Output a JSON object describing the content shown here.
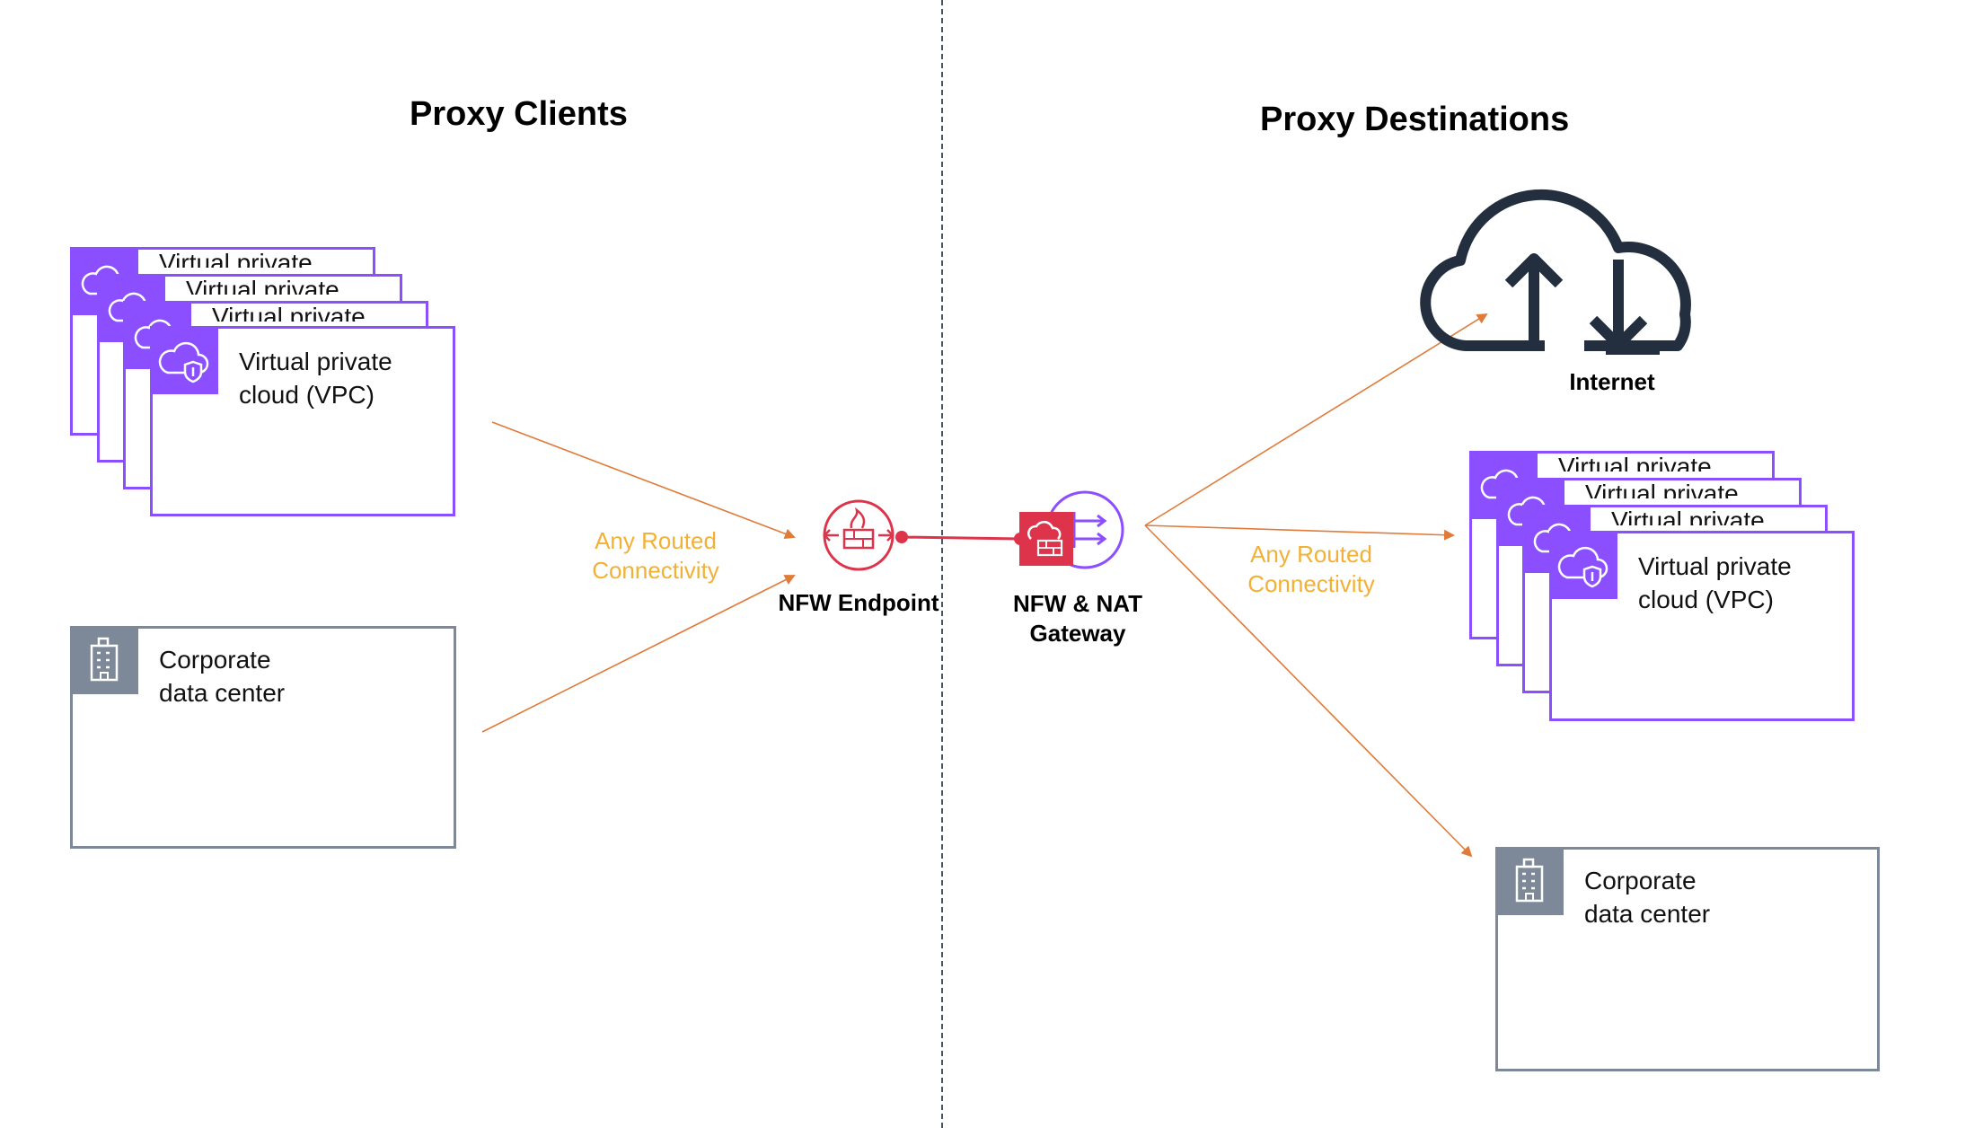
{
  "headings": {
    "left": "Proxy Clients",
    "right": "Proxy Destinations"
  },
  "vpc": {
    "label_line1": "Virtual private",
    "label_line2": "cloud (VPC)",
    "peek_text": "Virtual private",
    "icon": "vpc-cloud-shield-icon"
  },
  "datacenter": {
    "label_line1": "Corporate",
    "label_line2": "data center",
    "icon": "building-icon"
  },
  "connectivity": {
    "left_line1": "Any Routed",
    "left_line2": "Connectivity",
    "right_line1": "Any Routed",
    "right_line2": "Connectivity"
  },
  "nodes": {
    "nfw_endpoint": "NFW Endpoint",
    "nfw_nat_line1": "NFW & NAT",
    "nfw_nat_line2": "Gateway",
    "internet": "Internet"
  },
  "colors": {
    "vpc": "#8C4FFF",
    "datacenter": "#7D8998",
    "arrow": "#E07B39",
    "connectivity_text": "#F2B134",
    "firewall": "#DD344C",
    "internet": "#232F3E",
    "divider": "#4A5563"
  }
}
